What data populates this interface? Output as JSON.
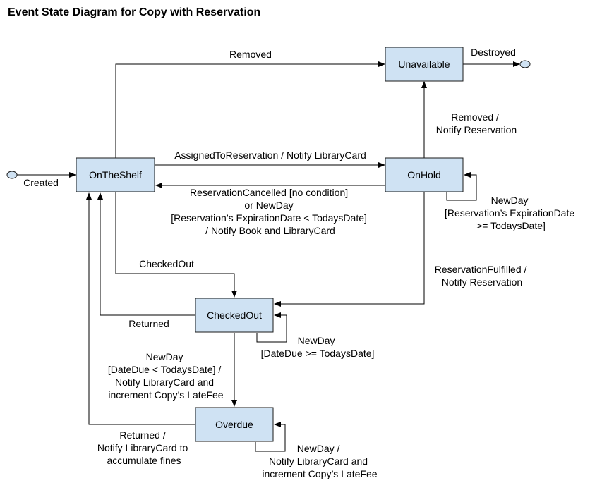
{
  "title": "Event State Diagram for Copy with Reservation",
  "states": {
    "on_the_shelf": "OnTheShelf",
    "unavailable": "Unavailable",
    "on_hold": "OnHold",
    "checked_out": "CheckedOut",
    "overdue": "Overdue"
  },
  "transitions": {
    "created": [
      "Created"
    ],
    "removed": [
      "Removed"
    ],
    "destroyed": [
      "Destroyed"
    ],
    "removed_notify": [
      "Removed /",
      "Notify Reservation"
    ],
    "assigned": [
      "AssignedToReservation / Notify LibraryCard"
    ],
    "cancelled": [
      "ReservationCancelled [no condition]",
      "or NewDay",
      "[Reservation’s ExpirationDate < TodaysDate]",
      "/ Notify Book and LibraryCard"
    ],
    "onhold_newday": [
      "NewDay",
      "[Reservation’s ExpirationDate",
      ">= TodaysDate]"
    ],
    "checked_out": [
      "CheckedOut"
    ],
    "fulfilled": [
      "ReservationFulfilled /",
      "Notify Reservation"
    ],
    "returned": [
      "Returned"
    ],
    "checkedout_newday": [
      "NewDay",
      "[DateDue >= TodaysDate]"
    ],
    "to_overdue": [
      "NewDay",
      "[DateDue < TodaysDate] /",
      "Notify LibraryCard and",
      "increment Copy’s LateFee"
    ],
    "overdue_returned": [
      "Returned /",
      "Notify LibraryCard to",
      "accumulate fines"
    ],
    "overdue_newday": [
      "NewDay /",
      "Notify LibraryCard and",
      "increment Copy’s LateFee"
    ]
  }
}
